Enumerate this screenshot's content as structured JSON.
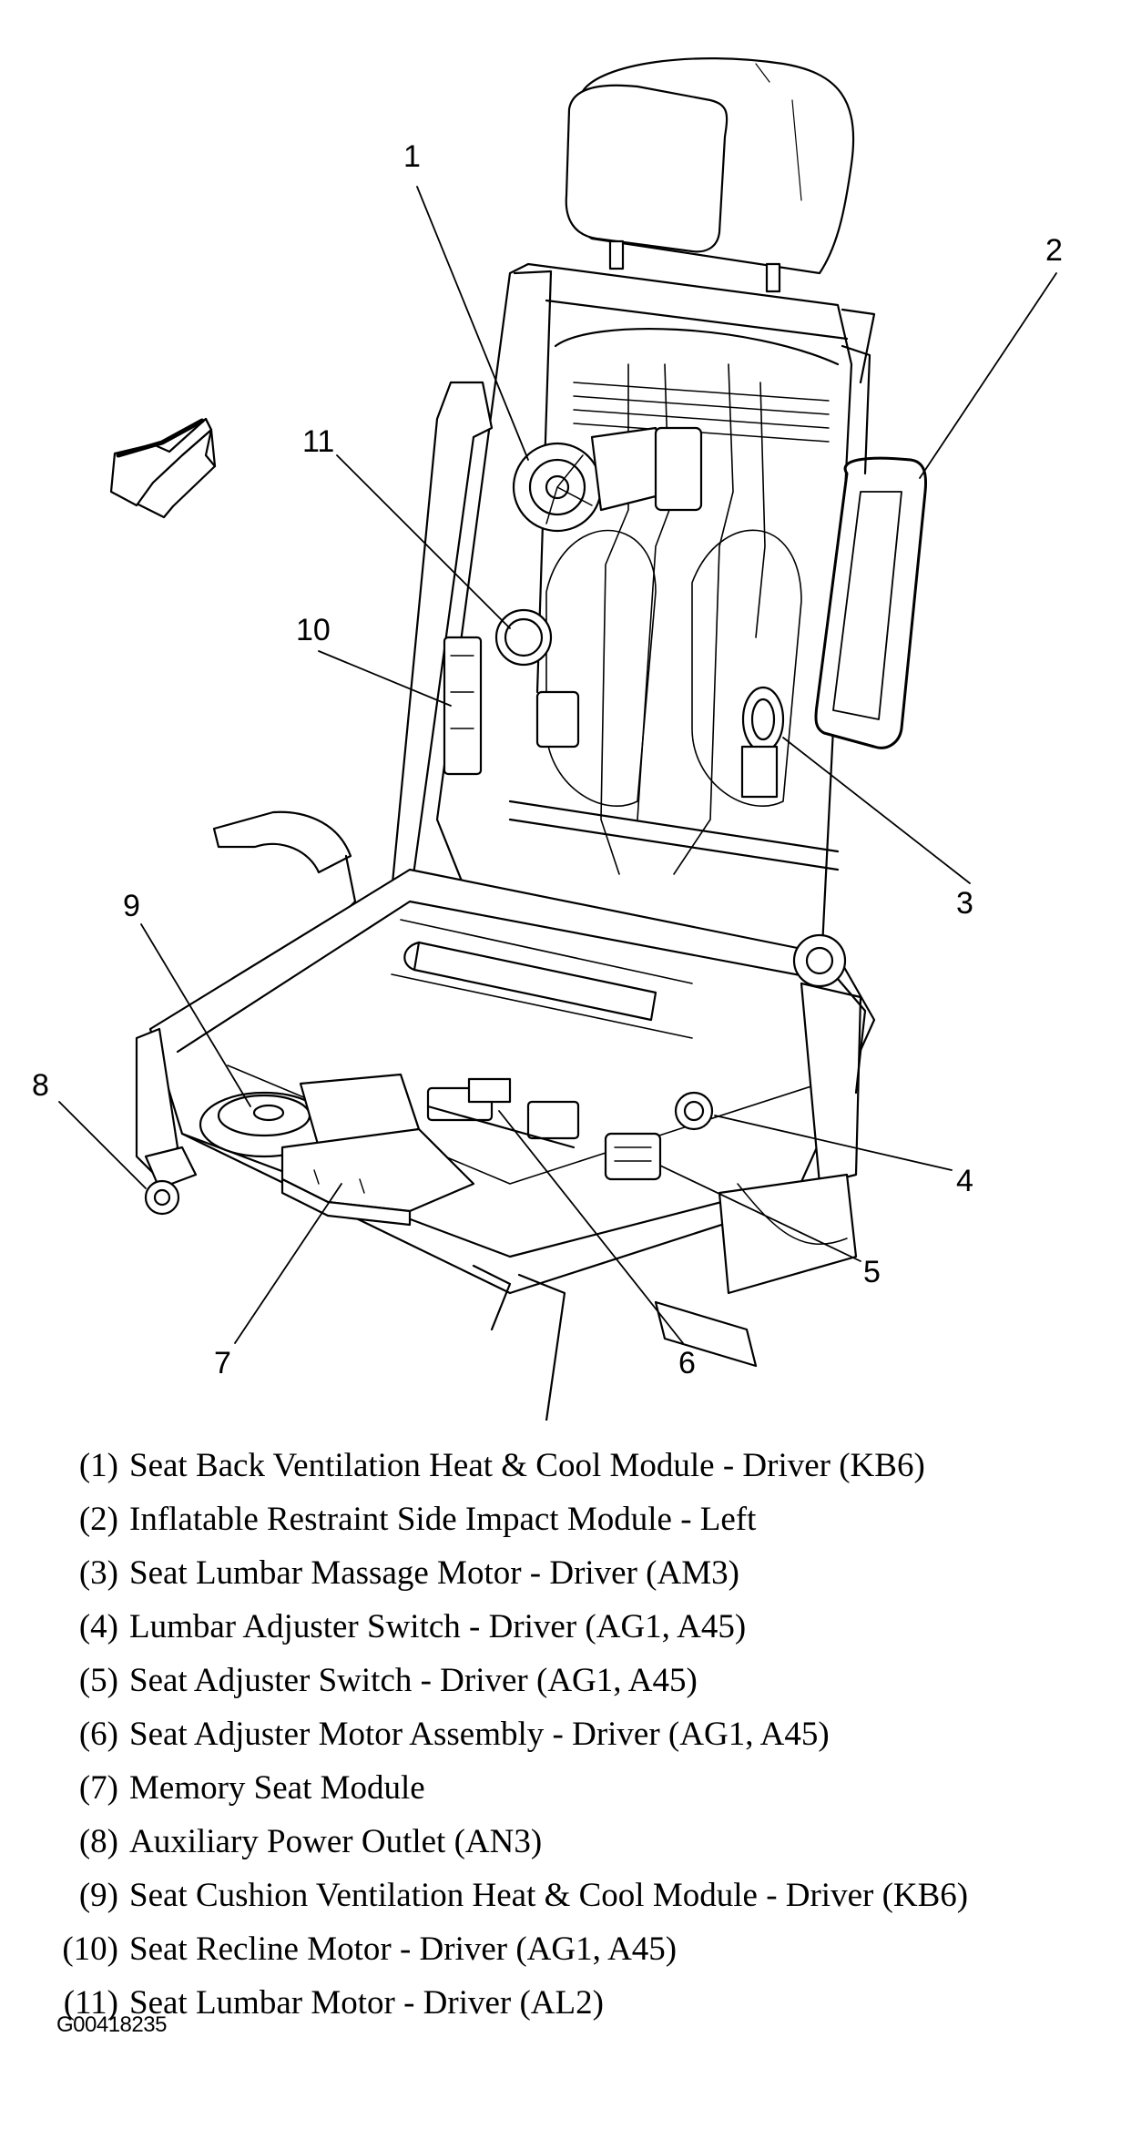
{
  "diagram": {
    "subject": "Driver power seat component locations",
    "direction_arrow": "front-of-vehicle-arrow",
    "callouts": [
      "1",
      "2",
      "3",
      "4",
      "5",
      "6",
      "7",
      "8",
      "9",
      "10",
      "11"
    ]
  },
  "legend": [
    {
      "num": "(1)",
      "text": "Seat Back Ventilation Heat & Cool Module - Driver (KB6)"
    },
    {
      "num": "(2)",
      "text": "Inflatable Restraint Side Impact Module - Left"
    },
    {
      "num": "(3)",
      "text": "Seat Lumbar Massage Motor - Driver (AM3)"
    },
    {
      "num": "(4)",
      "text": "Lumbar Adjuster Switch - Driver (AG1, A45)"
    },
    {
      "num": "(5)",
      "text": "Seat Adjuster Switch - Driver (AG1, A45)"
    },
    {
      "num": "(6)",
      "text": "Seat Adjuster Motor Assembly - Driver (AG1, A45)"
    },
    {
      "num": "(7)",
      "text": "Memory Seat Module"
    },
    {
      "num": "(8)",
      "text": "Auxiliary Power Outlet (AN3)"
    },
    {
      "num": "(9)",
      "text": "Seat Cushion Ventilation Heat & Cool Module - Driver (KB6)"
    },
    {
      "num": "(10)",
      "text": "Seat Recline Motor - Driver (AG1, A45)"
    },
    {
      "num": "(11)",
      "text": "Seat Lumbar Motor - Driver (AL2)"
    }
  ],
  "figure_id": "G00418235"
}
